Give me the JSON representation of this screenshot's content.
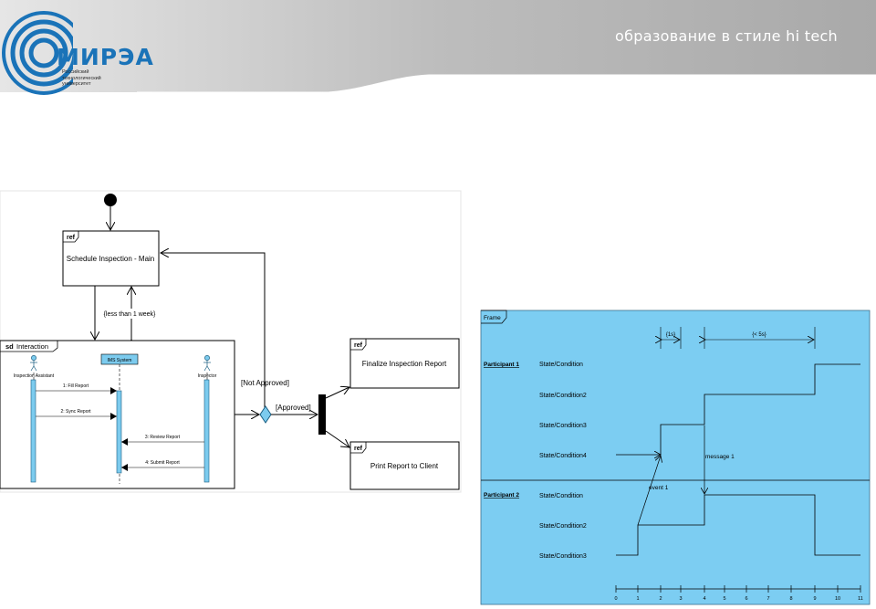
{
  "header": {
    "tagline": "образование в стиле hi tech",
    "logo": {
      "name": "МИРЭА",
      "lines": [
        "Российский",
        "технологический",
        "университет"
      ]
    }
  },
  "activity_diagram": {
    "ref_keyword": "ref",
    "schedule_node": "Schedule Inspection - Main",
    "guard_less_week": "{less than 1 week}",
    "sd_keyword": "sd",
    "sd_name": "Interaction",
    "lifelines": {
      "assistant": "Inspection Assistant",
      "system": "IMS System",
      "inspector": "Inspector"
    },
    "messages": [
      "1: Fill Report",
      "2: Sync Report",
      "3: Review Report",
      "4: Submit Report"
    ],
    "guard_not_approved": "[Not Approved]",
    "guard_approved": "[Approved]",
    "finalize_node": "Finalize Inspection Report",
    "print_node": "Print Report to Client"
  },
  "timing_diagram": {
    "frame_label": "Frame",
    "constraint_1": "{1s}",
    "constraint_2": "{< 5s}",
    "participant_1": "Participant 1",
    "participant_2": "Participant 2",
    "p1_states": [
      "State/Condition",
      "State/Condition2",
      "State/Condition3",
      "State/Condition4"
    ],
    "p2_states": [
      "State/Condition",
      "State/Condition2",
      "State/Condition3"
    ],
    "message_label": "message 1",
    "event_label": "event 1",
    "ticks": [
      "0",
      "1",
      "2",
      "3",
      "4",
      "5",
      "6",
      "7",
      "8",
      "9",
      "10",
      "11"
    ]
  },
  "colors": {
    "header_gray": "#b4b4b4",
    "logo_blue": "#1a73b8",
    "lifeline_blue": "#7ccbee",
    "timing_bg": "#7ccdf2"
  }
}
